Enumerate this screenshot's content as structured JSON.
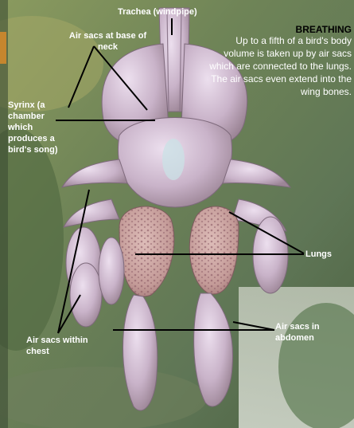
{
  "labels": {
    "trachea": "Trachea (windpipe)",
    "neck_sacs": "Air sacs at base of neck",
    "syrinx": "Syrinx (a chamber which produces a bird's song)",
    "lungs": "Lungs",
    "chest_sacs": "Air sacs within chest",
    "abdomen_sacs": "Air sacs in abdomen"
  },
  "panel": {
    "heading": "BREATHING",
    "body": "Up to a fifth of a bird's body volume is taken up by air sacs which are connected to the lungs. The air sacs even extend into the wing bones."
  },
  "colors": {
    "background_green": "#6f8457",
    "sac_fill": "#cbb6cb",
    "lung_fill": "#c69b9b",
    "label_text": "#ffffff"
  }
}
